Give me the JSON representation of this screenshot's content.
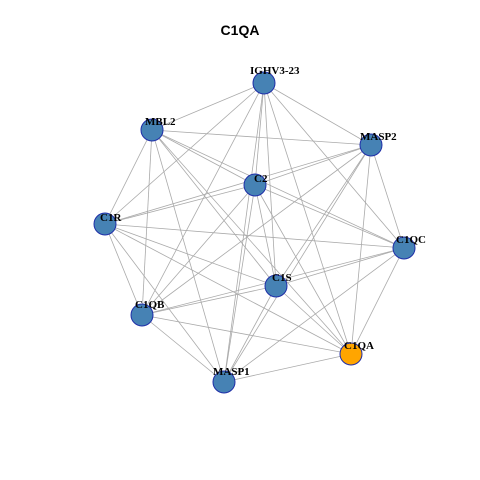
{
  "title": "C1QA",
  "colors": {
    "node_default": "#4682B4",
    "node_focus": "#FFA500",
    "node_stroke": "#1F2EA8",
    "edge": "#AAAAAA"
  },
  "nodes": [
    {
      "id": "IGHV3-23",
      "label": "IGHV3-23",
      "focus": false
    },
    {
      "id": "MBL2",
      "label": "MBL2",
      "focus": false
    },
    {
      "id": "MASP2",
      "label": "MASP2",
      "focus": false
    },
    {
      "id": "C2",
      "label": "C2",
      "focus": false
    },
    {
      "id": "C1R",
      "label": "C1R",
      "focus": false
    },
    {
      "id": "C1QC",
      "label": "C1QC",
      "focus": false
    },
    {
      "id": "C1S",
      "label": "C1S",
      "focus": false
    },
    {
      "id": "C1QB",
      "label": "C1QB",
      "focus": false
    },
    {
      "id": "C1QA",
      "label": "C1QA",
      "focus": true
    },
    {
      "id": "MASP1",
      "label": "MASP1",
      "focus": false
    }
  ],
  "edges": [
    [
      "IGHV3-23",
      "MBL2"
    ],
    [
      "IGHV3-23",
      "MASP2"
    ],
    [
      "IGHV3-23",
      "C2"
    ],
    [
      "IGHV3-23",
      "C1R"
    ],
    [
      "IGHV3-23",
      "C1QC"
    ],
    [
      "IGHV3-23",
      "C1S"
    ],
    [
      "IGHV3-23",
      "C1QB"
    ],
    [
      "IGHV3-23",
      "C1QA"
    ],
    [
      "IGHV3-23",
      "MASP1"
    ],
    [
      "MBL2",
      "MASP2"
    ],
    [
      "MBL2",
      "C2"
    ],
    [
      "MBL2",
      "C1R"
    ],
    [
      "MBL2",
      "C1QC"
    ],
    [
      "MBL2",
      "C1S"
    ],
    [
      "MBL2",
      "C1QB"
    ],
    [
      "MBL2",
      "C1QA"
    ],
    [
      "MBL2",
      "MASP1"
    ],
    [
      "MASP2",
      "C2"
    ],
    [
      "MASP2",
      "C1R"
    ],
    [
      "MASP2",
      "C1QC"
    ],
    [
      "MASP2",
      "C1S"
    ],
    [
      "MASP2",
      "C1QB"
    ],
    [
      "MASP2",
      "C1QA"
    ],
    [
      "MASP2",
      "MASP1"
    ],
    [
      "C2",
      "C1R"
    ],
    [
      "C2",
      "C1QC"
    ],
    [
      "C2",
      "C1S"
    ],
    [
      "C2",
      "C1QB"
    ],
    [
      "C2",
      "C1QA"
    ],
    [
      "C2",
      "MASP1"
    ],
    [
      "C1R",
      "C1QC"
    ],
    [
      "C1R",
      "C1S"
    ],
    [
      "C1R",
      "C1QB"
    ],
    [
      "C1R",
      "C1QA"
    ],
    [
      "C1R",
      "MASP1"
    ],
    [
      "C1QC",
      "C1S"
    ],
    [
      "C1QC",
      "C1QB"
    ],
    [
      "C1QC",
      "C1QA"
    ],
    [
      "C1QC",
      "MASP1"
    ],
    [
      "C1S",
      "C1QB"
    ],
    [
      "C1S",
      "C1QA"
    ],
    [
      "C1S",
      "MASP1"
    ],
    [
      "C1QB",
      "C1QA"
    ],
    [
      "C1QB",
      "MASP1"
    ],
    [
      "C1QA",
      "MASP1"
    ]
  ]
}
